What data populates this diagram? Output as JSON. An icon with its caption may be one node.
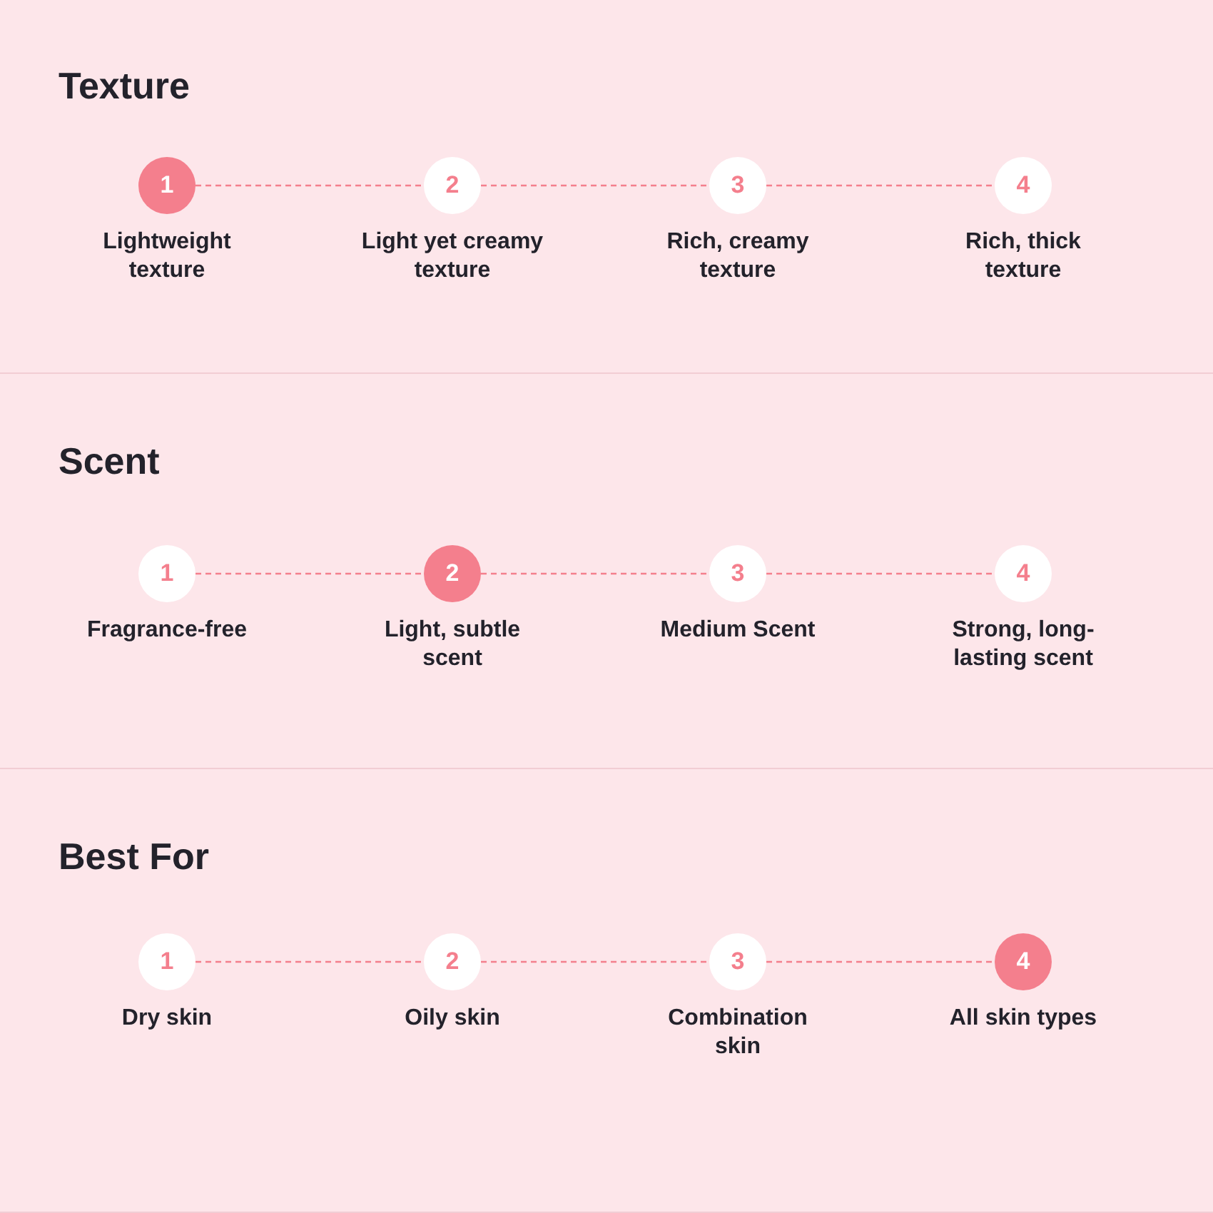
{
  "diagram": {
    "nodes": [
      {
        "text": [
          "Texture"
        ]
      },
      {
        "text": [
          "1"
        ],
        "in": 0,
        "beside": [
          "Lightweight texture"
        ]
      },
      {
        "text": [
          "2"
        ],
        "in": 0,
        "beside": [
          "Light yet creamy texture"
        ]
      },
      {
        "text": [
          "3"
        ],
        "in": 0,
        "beside": [
          "Rich, creamy texture"
        ]
      },
      {
        "text": [
          "4"
        ],
        "in": 0,
        "beside": [
          "Rich, thick texture"
        ]
      },
      {
        "text": [
          "Scent"
        ]
      },
      {
        "text": [
          "1"
        ],
        "in": 5,
        "beside": [
          "Fragrance-free"
        ]
      },
      {
        "text": [
          "2"
        ],
        "in": 5,
        "beside": [
          "Light, subtle scent"
        ]
      },
      {
        "text": [
          "3"
        ],
        "in": 5,
        "beside": [
          "Medium Scent"
        ]
      },
      {
        "text": [
          "4"
        ],
        "in": 5,
        "beside": [
          "Strong, long-lasting scent"
        ]
      },
      {
        "text": [
          "Best For"
        ]
      },
      {
        "text": [
          "1"
        ],
        "in": 10,
        "beside": [
          "Dry skin"
        ]
      },
      {
        "text": [
          "2"
        ],
        "in": 10,
        "beside": [
          "Oily skin"
        ]
      },
      {
        "text": [
          "3"
        ],
        "in": 10,
        "beside": [
          "Combination skin"
        ]
      },
      {
        "text": [
          "4"
        ],
        "in": 10,
        "beside": [
          "All skin types"
        ]
      }
    ],
    "edges": [
      {
        "from": 1,
        "to": 2,
        "arrow": "none",
        "style": "dashed"
      },
      {
        "from": 2,
        "to": 3,
        "arrow": "none",
        "style": "dashed"
      },
      {
        "from": 3,
        "to": 4,
        "arrow": "none",
        "style": "dashed"
      },
      {
        "from": 6,
        "to": 7,
        "arrow": "none",
        "style": "dashed"
      },
      {
        "from": 7,
        "to": 8,
        "arrow": "none",
        "style": "dashed"
      },
      {
        "from": 8,
        "to": 9,
        "arrow": "none",
        "style": "dashed"
      },
      {
        "from": 11,
        "to": 12,
        "arrow": "none",
        "style": "dashed"
      },
      {
        "from": 12,
        "to": 13,
        "arrow": "none",
        "style": "dashed"
      },
      {
        "from": 13,
        "to": 14,
        "arrow": "none",
        "style": "dashed"
      }
    ]
  }
}
